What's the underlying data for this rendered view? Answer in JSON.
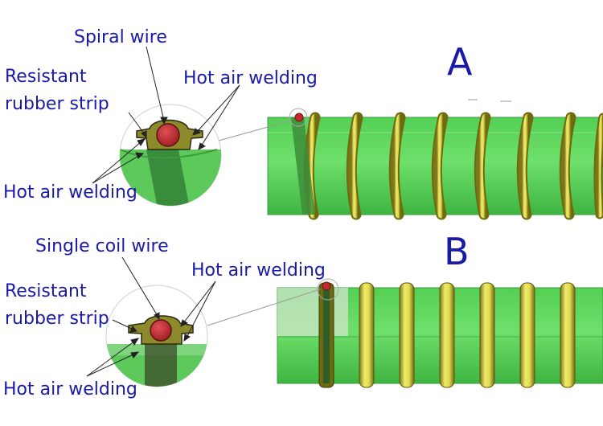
{
  "section_a": {
    "letter": "A",
    "label_spiral_wire": "Spiral wire",
    "label_rubber_strip": "Resistant\nrubber strip",
    "label_hot_air_top": "Hot air welding",
    "label_hot_air_bottom": "Hot air welding"
  },
  "section_b": {
    "letter": "B",
    "label_single_coil": "Single coil wire",
    "label_rubber_strip": "Resistant\nrubber strip",
    "label_hot_air_top": "Hot air welding",
    "label_hot_air_bottom": "Hot air welding"
  },
  "colors": {
    "label": "#1a1aa8",
    "hose_green": "#5fd35f",
    "hose_green_dark": "#2f9a3a",
    "wire_yellow": "#e6e15a",
    "wire_dark": "#6e6a10",
    "core_red": "#c8282d",
    "strip_olive": "#8c8a2a"
  }
}
